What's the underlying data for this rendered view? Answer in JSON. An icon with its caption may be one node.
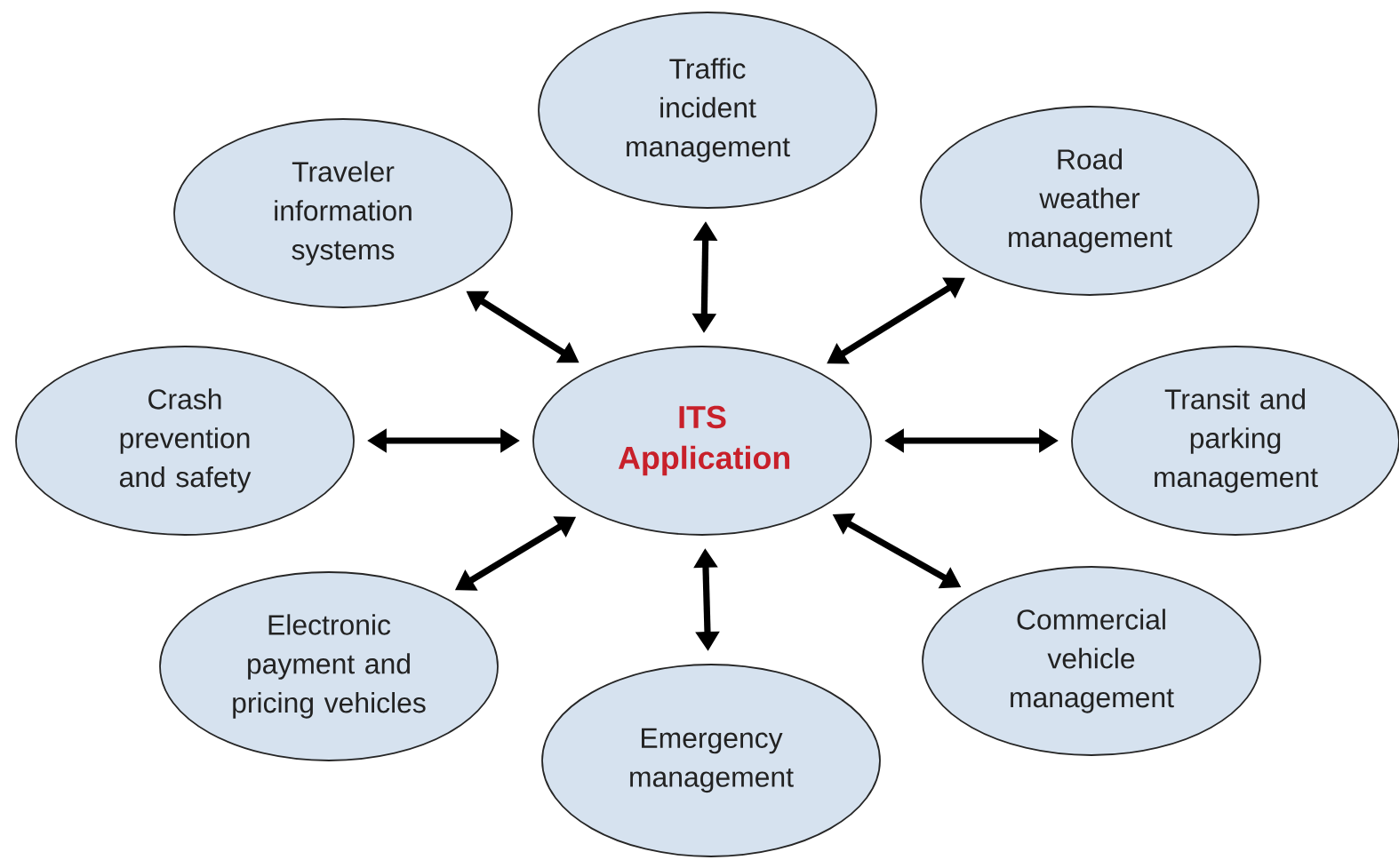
{
  "diagram": {
    "nodes": [
      {
        "text": [
          "Traffic incident management"
        ]
      },
      {
        "text": [
          "Traveler information systems"
        ]
      },
      {
        "text": [
          "Road weather management"
        ]
      },
      {
        "text": [
          "Crash prevention and safety"
        ]
      },
      {
        "text": [
          "ITS Application"
        ]
      },
      {
        "text": [
          "Transit and parking management"
        ]
      },
      {
        "text": [
          "Electronic payment and pricing vehicles"
        ]
      },
      {
        "text": [
          "Commercial vehicle management"
        ]
      },
      {
        "text": [
          "Emergency management"
        ]
      }
    ],
    "edges": [
      {
        "from": 4,
        "to": 0,
        "arrow": "both"
      },
      {
        "from": 4,
        "to": 1,
        "arrow": "both"
      },
      {
        "from": 4,
        "to": 2,
        "arrow": "both"
      },
      {
        "from": 4,
        "to": 3,
        "arrow": "both"
      },
      {
        "from": 4,
        "to": 5,
        "arrow": "both"
      },
      {
        "from": 4,
        "to": 6,
        "arrow": "both"
      },
      {
        "from": 4,
        "to": 7,
        "arrow": "both"
      },
      {
        "from": 4,
        "to": 8,
        "arrow": "both"
      }
    ]
  }
}
